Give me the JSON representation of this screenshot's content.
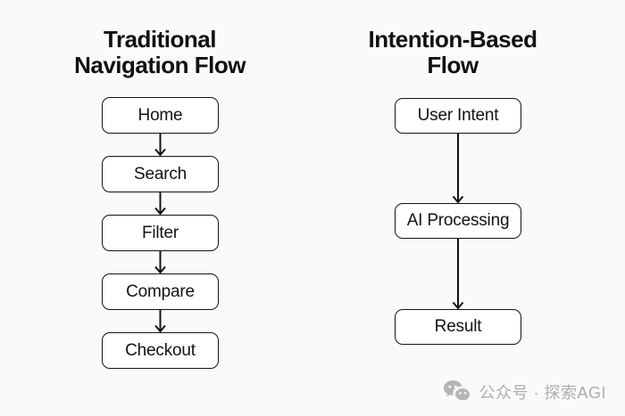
{
  "colors": {
    "background": "#fafafa",
    "node_fill": "#ffffff",
    "node_border": "#141414",
    "arrow": "#141414",
    "title_text": "#111111",
    "watermark_text": "#aeaeae",
    "watermark_icon": "#b5b5b5"
  },
  "left_flow": {
    "title_line1": "Traditional",
    "title_line2": "Navigation Flow",
    "nodes": [
      {
        "label": "Home"
      },
      {
        "label": "Search"
      },
      {
        "label": "Filter"
      },
      {
        "label": "Compare"
      },
      {
        "label": "Checkout"
      }
    ]
  },
  "right_flow": {
    "title_line1": "Intention-Based",
    "title_line2": "Flow",
    "nodes": [
      {
        "label": "User Intent"
      },
      {
        "label": "AI Processing"
      },
      {
        "label": "Result"
      }
    ]
  },
  "watermark": {
    "icon": "wechat-icon",
    "text": "公众号 · 探索AGI"
  }
}
